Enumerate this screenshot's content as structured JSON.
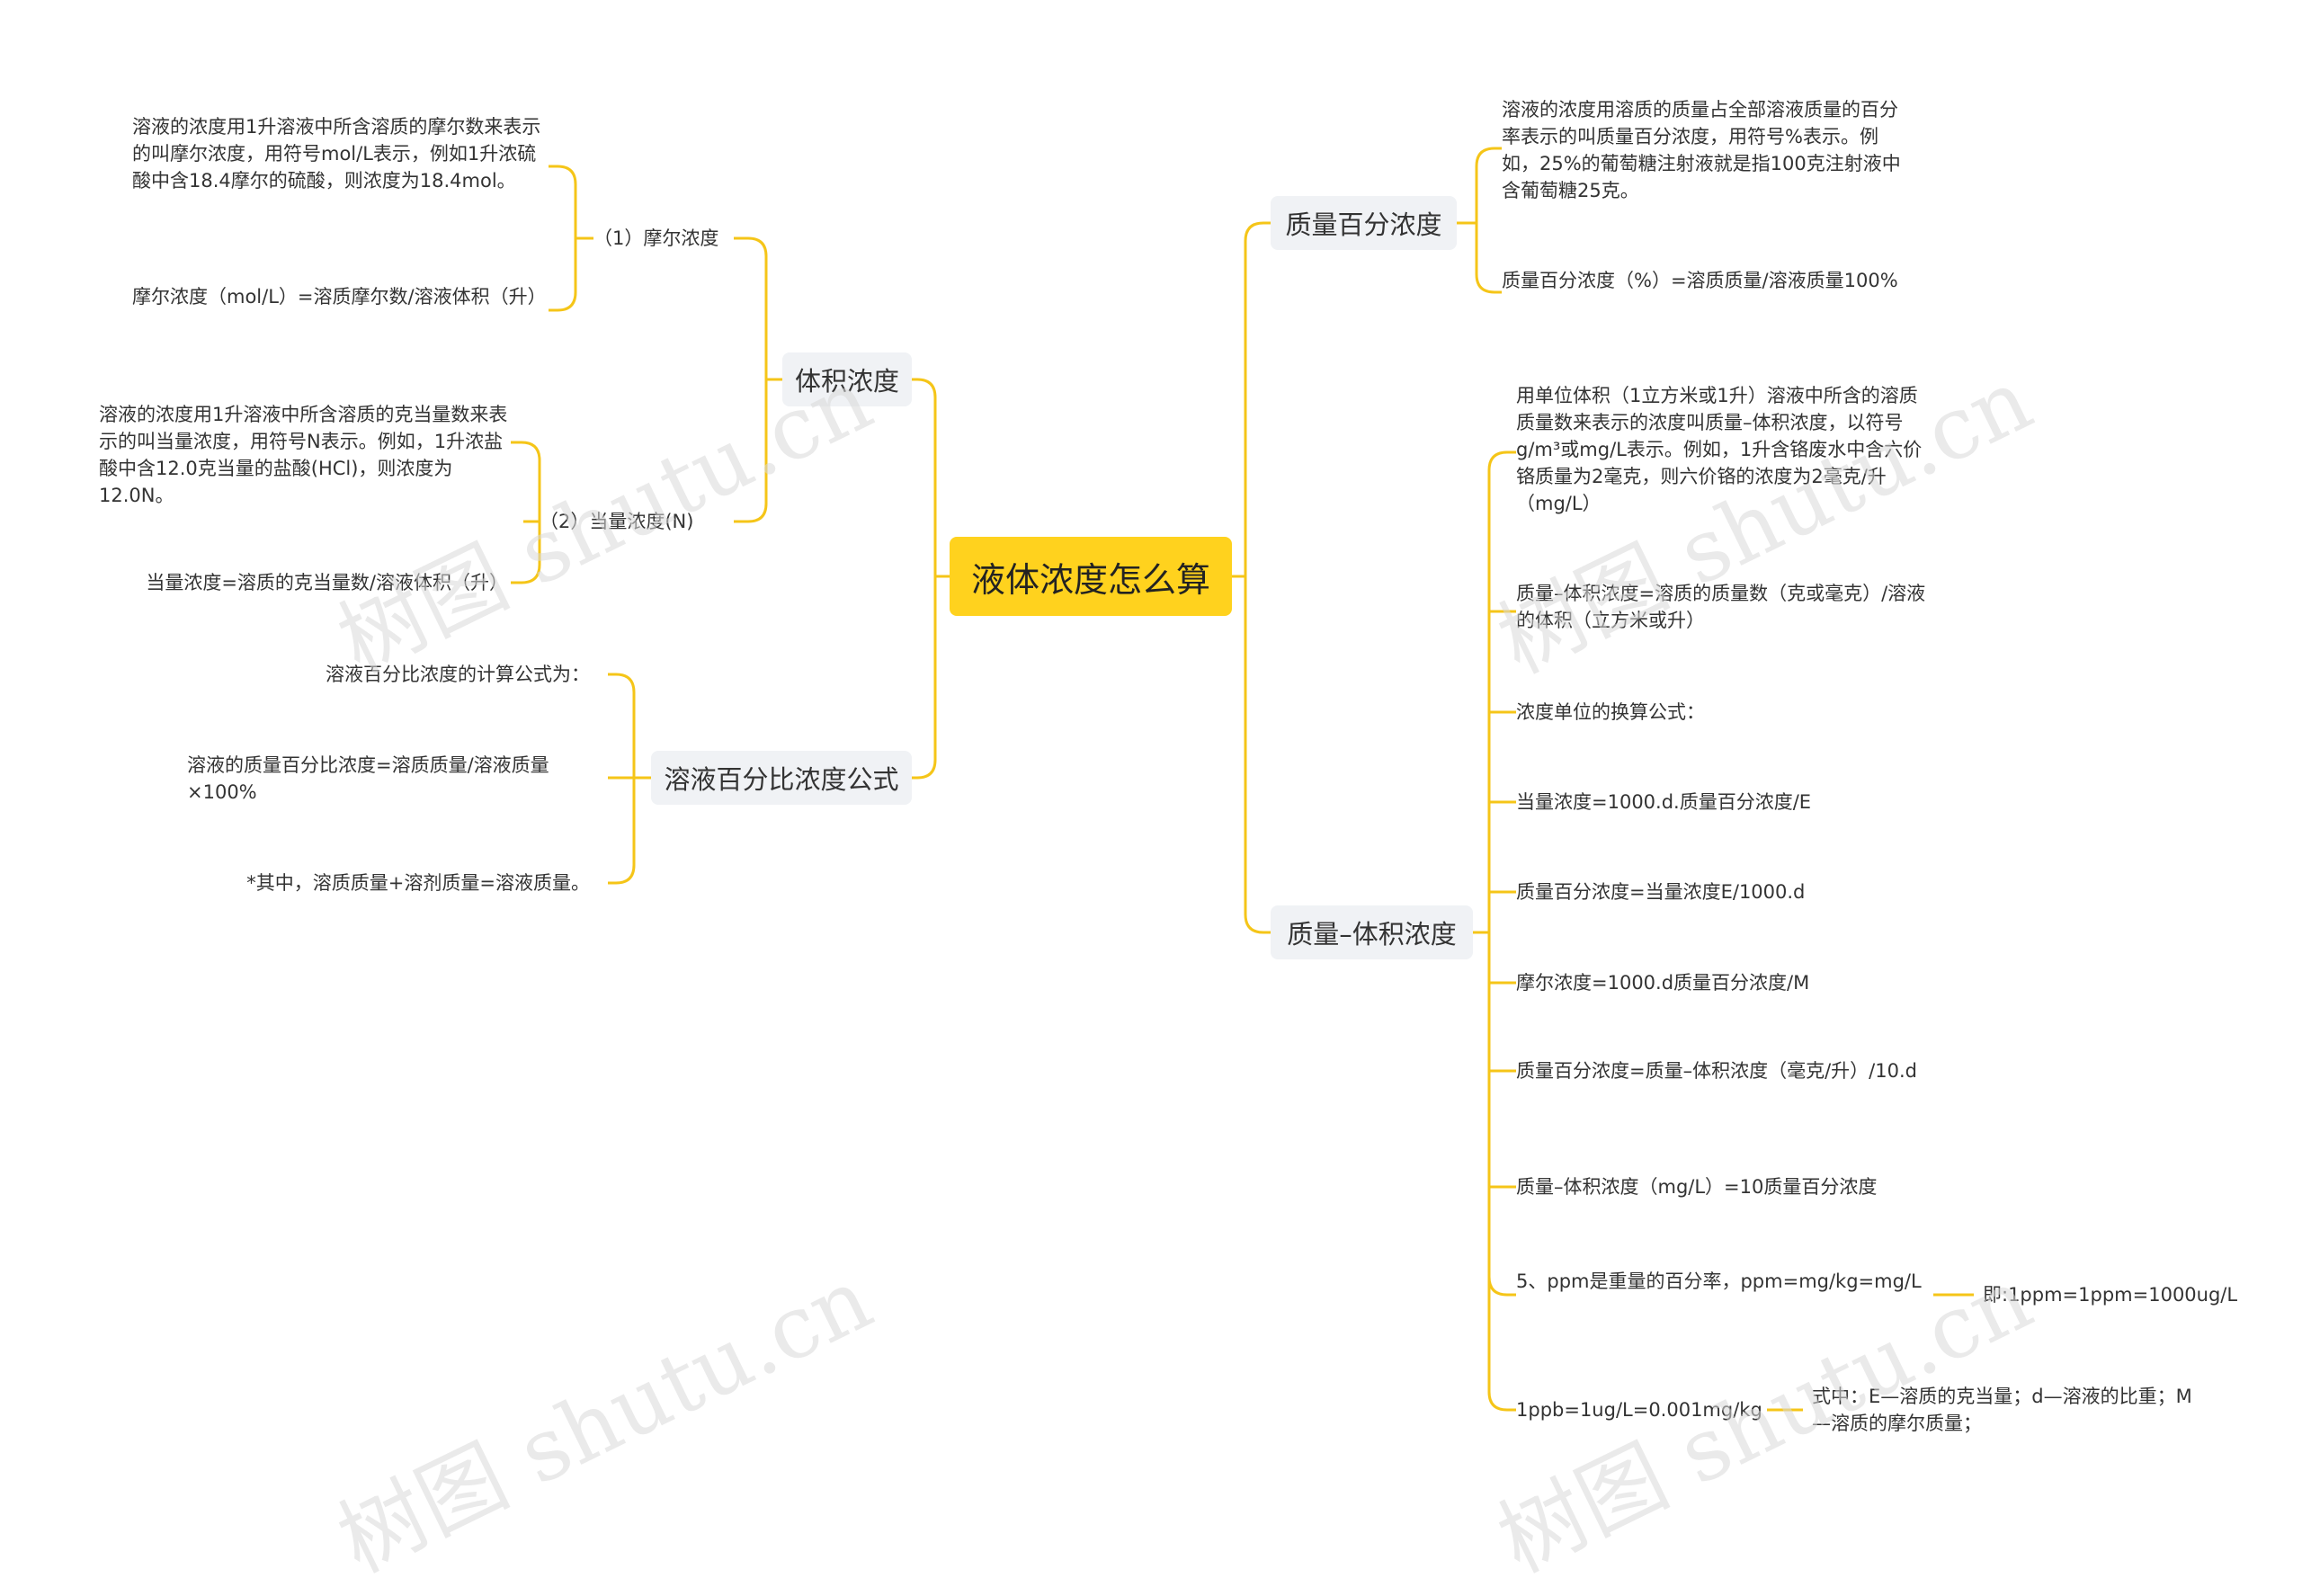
{
  "accent_color": "#f5c518",
  "root": "液体浓度怎么算",
  "branches": {
    "volume": "体积浓度",
    "formula": "溶液百分比浓度公式",
    "mass_pct": "质量百分浓度",
    "mass_vol": "质量–体积浓度"
  },
  "volume": {
    "molar": "（1）摩尔浓度",
    "molar_desc": "溶液的浓度用1升溶液中所含溶质的摩尔数来表示的叫摩尔浓度，用符号mol/L表示，例如1升浓硫酸中含18.4摩尔的硫酸，则浓度为18.4mol。",
    "molar_formula": "摩尔浓度（mol/L）=溶质摩尔数/溶液体积（升）",
    "normal": "（2）当量浓度(N)",
    "normal_desc": "溶液的浓度用1升溶液中所含溶质的克当量数来表示的叫当量浓度，用符号N表示。例如，1升浓盐酸中含12.0克当量的盐酸(HCl)，则浓度为12.0N。",
    "normal_formula": "当量浓度=溶质的克当量数/溶液体积（升）"
  },
  "formula": {
    "intro": "溶液百分比浓度的计算公式为：",
    "eq": "溶液的质量百分比浓度=溶质质量/溶液质量×100%",
    "note": "*其中，溶质质量+溶剂质量=溶液质量。"
  },
  "mass_pct": {
    "desc": "溶液的浓度用溶质的质量占全部溶液质量的百分率表示的叫质量百分浓度，用符号%表示。例如，25%的葡萄糖注射液就是指100克注射液中含葡萄糖25克。",
    "eq": "质量百分浓度（%）=溶质质量/溶液质量100%"
  },
  "mass_vol": {
    "desc": "用单位体积（1立方米或1升）溶液中所含的溶质质量数来表示的浓度叫质量–体积浓度，以符号g/m³或mg/L表示。例如，1升含铬废水中含六价铬质量为2毫克，则六价铬的浓度为2毫克/升（mg/L）",
    "eq": "质量–体积浓度=溶质的质量数（克或毫克）/溶液的体积（立方米或升）",
    "conv_title": "浓度单位的换算公式：",
    "conv1": "当量浓度=1000.d.质量百分浓度/E",
    "conv2": "质量百分浓度=当量浓度E/1000.d",
    "conv3": "摩尔浓度=1000.d质量百分浓度/M",
    "conv4": "质量百分浓度=质量–体积浓度（毫克/升）/10.d",
    "conv5": "质量–体积浓度（mg/L）=10质量百分浓度",
    "ppm": "5、ppm是重量的百分率，ppm=mg/kg=mg/L",
    "ppm_child": "即:1ppm=1ppm=1000ug/L",
    "ppb": "1ppb=1ug/L=0.001mg/kg",
    "ppb_child": "式中：E—溶质的克当量；d—溶液的比重；M—溶质的摩尔质量；"
  },
  "watermark": "树图 shutu.cn"
}
